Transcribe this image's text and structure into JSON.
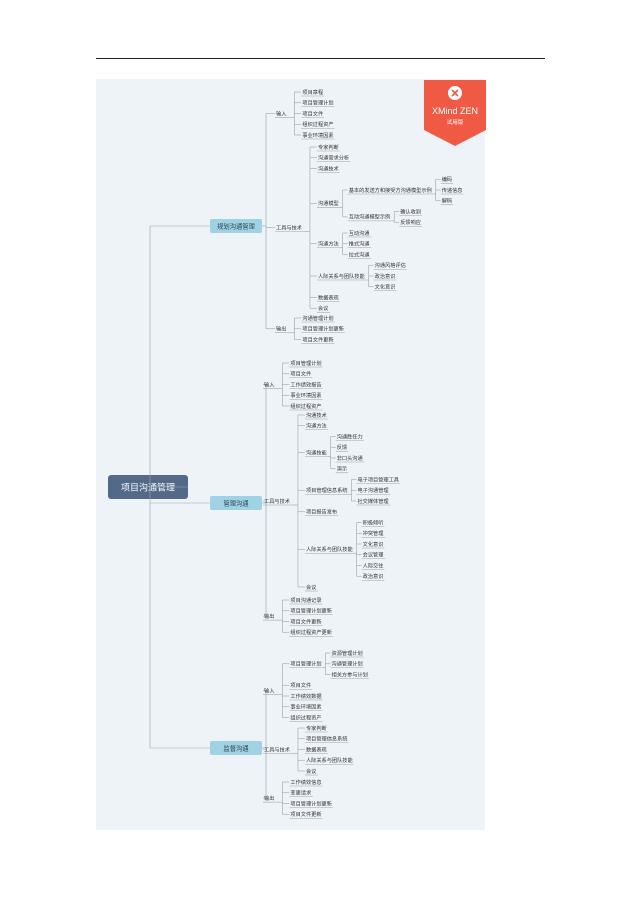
{
  "watermark": {
    "brand": "XMind ZEN",
    "sub": "试用版"
  },
  "mindmap": {
    "root": "项目沟通管理",
    "branches": [
      {
        "title": "规划沟通管理",
        "groups": [
          {
            "label": "输入",
            "items": [
              {
                "t": "项目章程"
              },
              {
                "t": "项目管理计划"
              },
              {
                "t": "项目文件"
              },
              {
                "t": "组织过程资产"
              },
              {
                "t": "事业环境因素"
              }
            ]
          },
          {
            "label": "工具与技术",
            "items": [
              {
                "t": "专家判断"
              },
              {
                "t": "沟通需求分析"
              },
              {
                "t": "沟通技术"
              },
              {
                "t": "沟通模型",
                "c": [
                  {
                    "t": "基本的发送方和接受方沟通模型示例",
                    "c": [
                      {
                        "t": "编码"
                      },
                      {
                        "t": "传递信息"
                      },
                      {
                        "t": "解码"
                      }
                    ]
                  },
                  {
                    "t": "互动沟通模型示例",
                    "c": [
                      {
                        "t": "确认收到"
                      },
                      {
                        "t": "反馈响应"
                      }
                    ]
                  }
                ]
              },
              {
                "t": "沟通方法",
                "c": [
                  {
                    "t": "互动沟通"
                  },
                  {
                    "t": "推式沟通"
                  },
                  {
                    "t": "拉式沟通"
                  }
                ]
              },
              {
                "t": "人际关系与团队技能",
                "c": [
                  {
                    "t": "沟通风格评估"
                  },
                  {
                    "t": "政治意识"
                  },
                  {
                    "t": "文化意识"
                  }
                ]
              },
              {
                "t": "数据表现"
              },
              {
                "t": "会议"
              }
            ]
          },
          {
            "label": "输出",
            "items": [
              {
                "t": "沟通管理计划"
              },
              {
                "t": "项目管理计划更新"
              },
              {
                "t": "项目文件更新"
              }
            ]
          }
        ]
      },
      {
        "title": "管理沟通",
        "groups": [
          {
            "label": "输入",
            "items": [
              {
                "t": "项目管理计划"
              },
              {
                "t": "项目文件"
              },
              {
                "t": "工作绩效报告"
              },
              {
                "t": "事业环境因素"
              },
              {
                "t": "组织过程资产"
              }
            ]
          },
          {
            "label": "工具与技术",
            "items": [
              {
                "t": "沟通技术"
              },
              {
                "t": "沟通方法"
              },
              {
                "t": "沟通技能",
                "c": [
                  {
                    "t": "沟通胜任力"
                  },
                  {
                    "t": "反馈"
                  },
                  {
                    "t": "非口头沟通"
                  },
                  {
                    "t": "演示"
                  }
                ]
              },
              {
                "t": "项目管理信息系统",
                "c": [
                  {
                    "t": "电子项目管理工具"
                  },
                  {
                    "t": "电子沟通管理"
                  },
                  {
                    "t": "社交媒体管理"
                  }
                ]
              },
              {
                "t": "项目报告发布"
              },
              {
                "t": "人际关系与团队技能",
                "c": [
                  {
                    "t": "积极倾听"
                  },
                  {
                    "t": "冲突管理"
                  },
                  {
                    "t": "文化意识"
                  },
                  {
                    "t": "会议管理"
                  },
                  {
                    "t": "人际交往"
                  },
                  {
                    "t": "政治意识"
                  }
                ]
              },
              {
                "t": "会议"
              }
            ]
          },
          {
            "label": "输出",
            "items": [
              {
                "t": "项目沟通记录"
              },
              {
                "t": "项目管理计划更新"
              },
              {
                "t": "项目文件更新"
              },
              {
                "t": "组织过程资产更新"
              }
            ]
          }
        ]
      },
      {
        "title": "监督沟通",
        "groups": [
          {
            "label": "输入",
            "items": [
              {
                "t": "项目管理计划",
                "c": [
                  {
                    "t": "资源管理计划"
                  },
                  {
                    "t": "沟通管理计划"
                  },
                  {
                    "t": "相关方参与计划"
                  }
                ]
              },
              {
                "t": "项目文件"
              },
              {
                "t": "工作绩效数据"
              },
              {
                "t": "事业环境因素"
              },
              {
                "t": "组织过程资产"
              }
            ]
          },
          {
            "label": "工具与技术",
            "items": [
              {
                "t": "专家判断"
              },
              {
                "t": "项目管理信息系统"
              },
              {
                "t": "数据表现"
              },
              {
                "t": "人际关系与团队技能"
              },
              {
                "t": "会议"
              }
            ]
          },
          {
            "label": "输出",
            "items": [
              {
                "t": "工作绩效信息"
              },
              {
                "t": "变更请求"
              },
              {
                "t": "项目管理计划更新"
              },
              {
                "t": "项目文件更新"
              }
            ]
          }
        ]
      }
    ]
  }
}
